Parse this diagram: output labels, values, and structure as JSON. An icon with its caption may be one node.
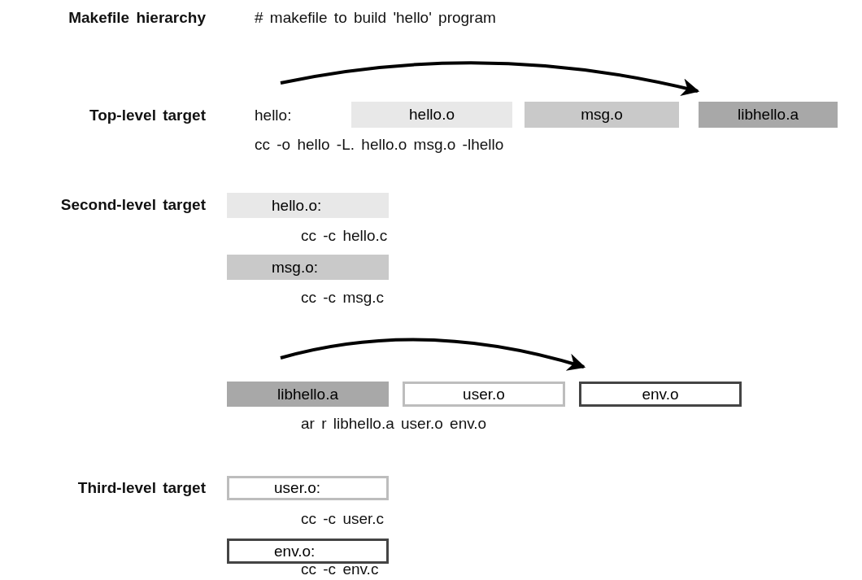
{
  "diagram": {
    "nodes": [
      {
        "text": [
          "hello.o"
        ]
      },
      {
        "text": [
          "msg.o"
        ]
      },
      {
        "text": [
          "libhello.a"
        ]
      },
      {
        "text": [
          "hello.o:"
        ]
      },
      {
        "text": [
          "msg.o:"
        ]
      },
      {
        "text": [
          "libhello.a"
        ]
      },
      {
        "text": [
          "user.o"
        ]
      },
      {
        "text": [
          "env.o"
        ]
      },
      {
        "text": [
          "user.o:"
        ]
      },
      {
        "text": [
          "env.o:"
        ]
      }
    ],
    "labels": [
      "Makefile hierarchy",
      "# makefile to build 'hello' program",
      "Top-level target",
      "hello:",
      "cc -o hello -L. hello.o msg.o -lhello",
      "Second-level target",
      "cc -c hello.c",
      "cc -c msg.c",
      "ar r libhello.a user.o env.o",
      "Third-level target",
      "cc -c user.c",
      "cc -c env.c"
    ]
  }
}
